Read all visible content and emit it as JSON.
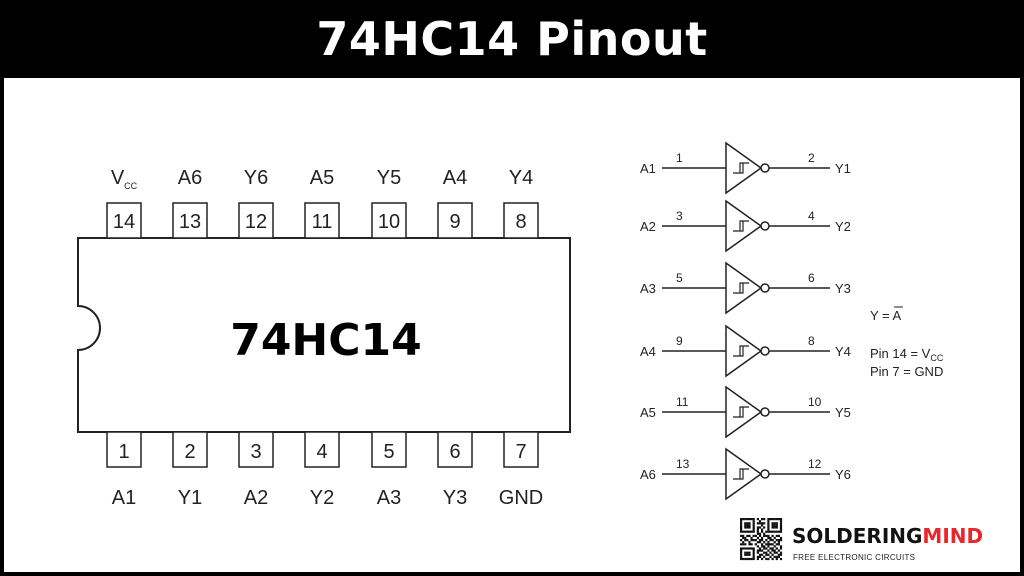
{
  "title": "74HC14 Pinout",
  "chip": {
    "name": "74HC14",
    "top_pins": [
      {
        "num": "14",
        "label": "V",
        "sub": "CC"
      },
      {
        "num": "13",
        "label": "A6"
      },
      {
        "num": "12",
        "label": "Y6"
      },
      {
        "num": "11",
        "label": "A5"
      },
      {
        "num": "10",
        "label": "Y5"
      },
      {
        "num": "9",
        "label": "A4"
      },
      {
        "num": "8",
        "label": "Y4"
      }
    ],
    "bottom_pins": [
      {
        "num": "1",
        "label": "A1"
      },
      {
        "num": "2",
        "label": "Y1"
      },
      {
        "num": "3",
        "label": "A2"
      },
      {
        "num": "4",
        "label": "Y2"
      },
      {
        "num": "5",
        "label": "A3"
      },
      {
        "num": "6",
        "label": "Y3"
      },
      {
        "num": "7",
        "label": "GND"
      }
    ]
  },
  "schematic": {
    "gates": [
      {
        "in_label": "A1",
        "in_pin": "1",
        "out_pin": "2",
        "out_label": "Y1"
      },
      {
        "in_label": "A2",
        "in_pin": "3",
        "out_pin": "4",
        "out_label": "Y2"
      },
      {
        "in_label": "A3",
        "in_pin": "5",
        "out_pin": "6",
        "out_label": "Y3"
      },
      {
        "in_label": "A4",
        "in_pin": "9",
        "out_pin": "8",
        "out_label": "Y4"
      },
      {
        "in_label": "A5",
        "in_pin": "11",
        "out_pin": "10",
        "out_label": "Y5"
      },
      {
        "in_label": "A6",
        "in_pin": "13",
        "out_pin": "12",
        "out_label": "Y6"
      }
    ],
    "notes": {
      "equation_lhs": "Y = ",
      "equation_rhs": "A",
      "pin14_prefix": "Pin 14 = V",
      "pin14_sub": "CC",
      "pin7": "Pin 7 = GND"
    }
  },
  "logo": {
    "brand_part1": "SOLDERING",
    "brand_part2": "MIND",
    "tagline": "FREE ELECTRONIC CIRCUITS",
    "accent_color": "#e8262b"
  }
}
